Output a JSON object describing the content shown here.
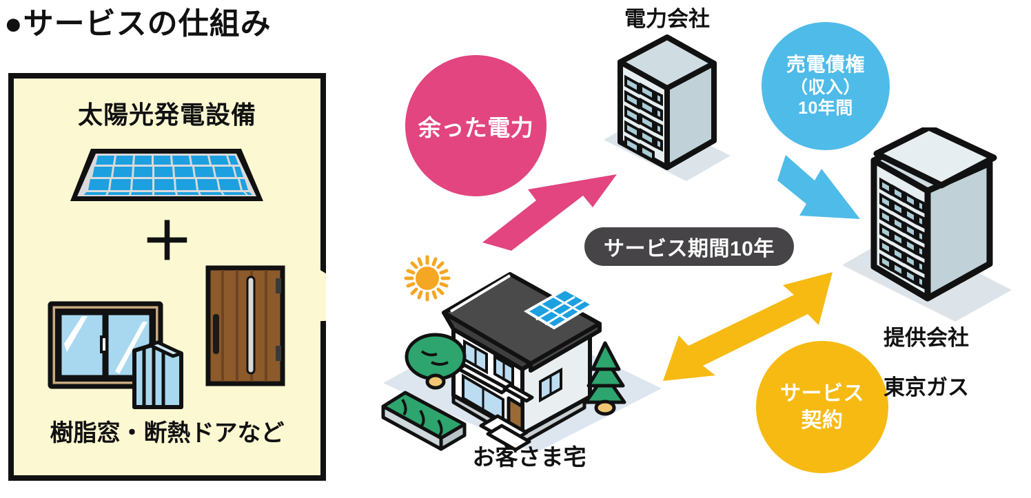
{
  "page": {
    "title": "●サービスの仕組み"
  },
  "left_panel": {
    "name": "service-equipment-callout",
    "heading": "太陽光発電設備",
    "plus": "＋",
    "footing": "樹脂窓・断熱ドアなど",
    "fill_color": "#FCF8D2",
    "border_color": "#111111",
    "art": {
      "solar_panel": "solar-panel-icon",
      "window": "insulated-window-icon",
      "door": "insulated-door-icon"
    }
  },
  "bubbles": [
    {
      "key": "surplus_power",
      "lines": [
        "余った電力"
      ],
      "color": "#E2457F",
      "text_color": "#FFFFFF"
    },
    {
      "key": "power_sale_receivable",
      "lines": [
        "売電債権",
        "（収入）",
        "10年間"
      ],
      "color": "#4FBBE8",
      "text_color": "#FFFFFF"
    },
    {
      "key": "service_contract",
      "lines": [
        "サービス",
        "契約"
      ],
      "color": "#F7BA13",
      "text_color": "#FFFFFF"
    }
  ],
  "badge": {
    "label": "サービス期間10年",
    "background": "#474448",
    "text_color": "#FFFFFF"
  },
  "nodes": {
    "power_company": {
      "label": "電力会社",
      "icon": "office-building-icon"
    },
    "customer_home": {
      "label": "お客さま宅",
      "icon": "house-with-solar-panel-icon"
    },
    "provider": {
      "label": "提供会社\n東京ガス",
      "label_line1": "提供会社",
      "label_line2": "東京ガス",
      "icon": "office-building-icon"
    }
  },
  "arrows": [
    {
      "key": "surplus_to_power_company",
      "color": "#E2457F",
      "direction": "single",
      "from": "customer_home",
      "to": "power_company"
    },
    {
      "key": "receivable_to_provider",
      "color": "#4FBBE8",
      "direction": "single",
      "from": "power_company",
      "to": "provider"
    },
    {
      "key": "contract_between_home_and_provider",
      "color": "#F7BA13",
      "direction": "double",
      "from": "customer_home",
      "to": "provider"
    }
  ],
  "chart_data": {
    "type": "diagram",
    "title": "●サービスの仕組み",
    "nodes": [
      {
        "id": "customer_home",
        "label": "お客さま宅"
      },
      {
        "id": "power_company",
        "label": "電力会社"
      },
      {
        "id": "provider",
        "label": "提供会社 東京ガス"
      }
    ],
    "edges": [
      {
        "from": "customer_home",
        "to": "power_company",
        "label": "余った電力",
        "color": "#E2457F"
      },
      {
        "from": "power_company",
        "to": "provider",
        "label": "売電債権（収入）10年間",
        "color": "#4FBBE8"
      },
      {
        "from": "customer_home",
        "to": "provider",
        "label": "サービス契約",
        "color": "#F7BA13",
        "bidirectional": true
      }
    ],
    "annotations": [
      "サービス期間10年",
      "太陽光発電設備",
      "樹脂窓・断熱ドアなど"
    ]
  }
}
